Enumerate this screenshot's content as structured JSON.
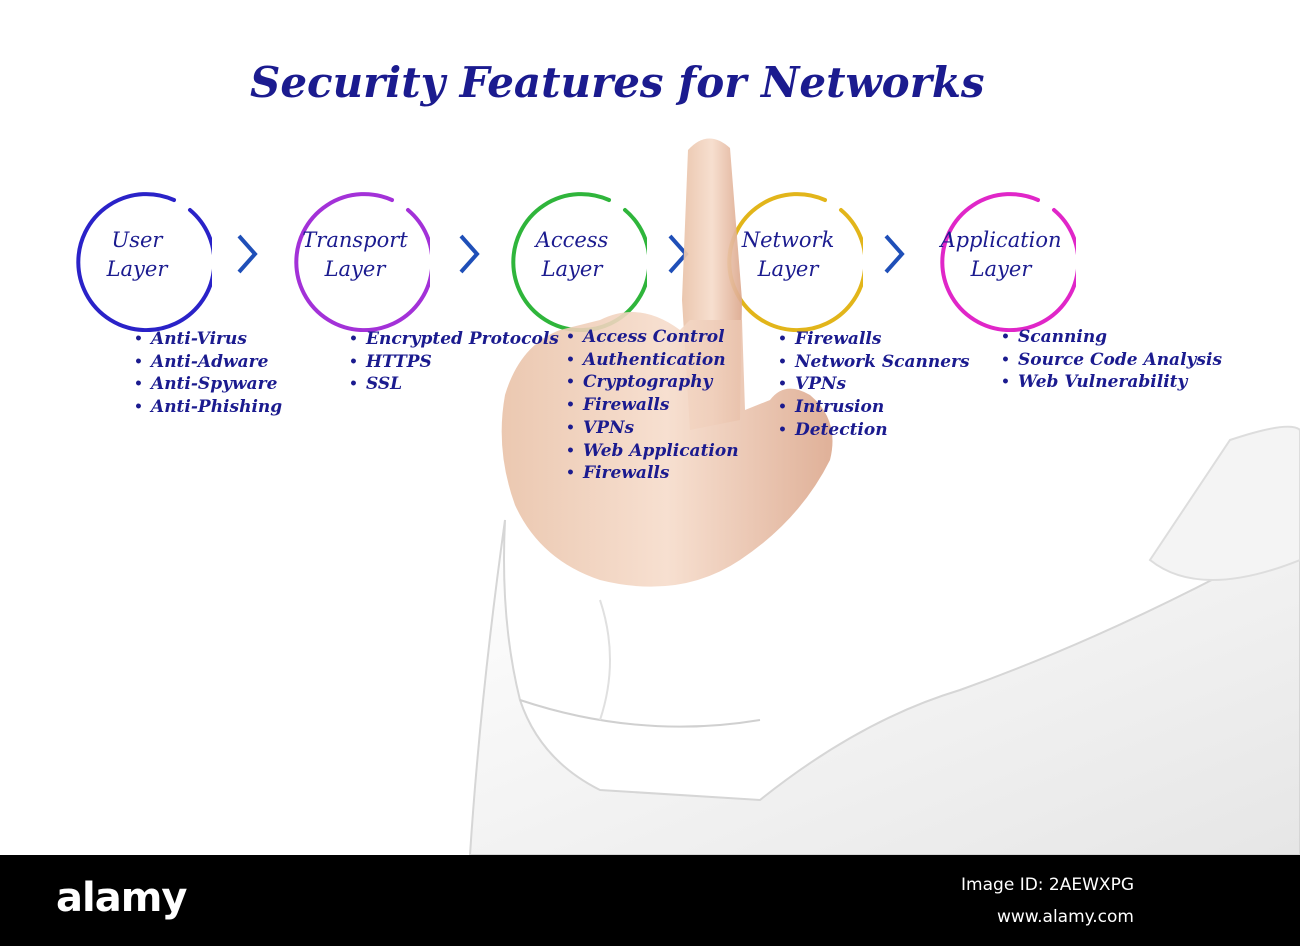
{
  "title": "Security Features for Networks",
  "colors": {
    "text": "#1b1b8f",
    "user": "#2a22c8",
    "transport": "#a331d8",
    "access": "#2fb53b",
    "network": "#e2b51a",
    "application": "#e026c8",
    "arrow": "#1f4fb8"
  },
  "layers": [
    {
      "line1": "User",
      "line2": "Layer",
      "items": [
        "Anti-Virus",
        "Anti-Adware",
        "Anti-Spyware",
        "Anti-Phishing"
      ]
    },
    {
      "line1": "Transport",
      "line2": "Layer",
      "items": [
        "Encrypted Protocols",
        "HTTPS",
        "SSL"
      ]
    },
    {
      "line1": "Access",
      "line2": "Layer",
      "items": [
        "Access Control",
        "Authentication",
        "Cryptography",
        "Firewalls",
        "VPNs",
        "Web Application",
        "Firewalls"
      ]
    },
    {
      "line1": "Network",
      "line2": "Layer",
      "items": [
        "Firewalls",
        "Network Scanners",
        "VPNs",
        "Intrusion",
        "Detection"
      ]
    },
    {
      "line1": "Application",
      "line2": "Layer",
      "items": [
        "Scanning",
        "Source Code Analysis",
        "Web Vulnerability"
      ]
    }
  ],
  "footer": {
    "logo": "alamy",
    "image_id": "Image ID: 2AEWXPG",
    "url": "www.alamy.com"
  }
}
